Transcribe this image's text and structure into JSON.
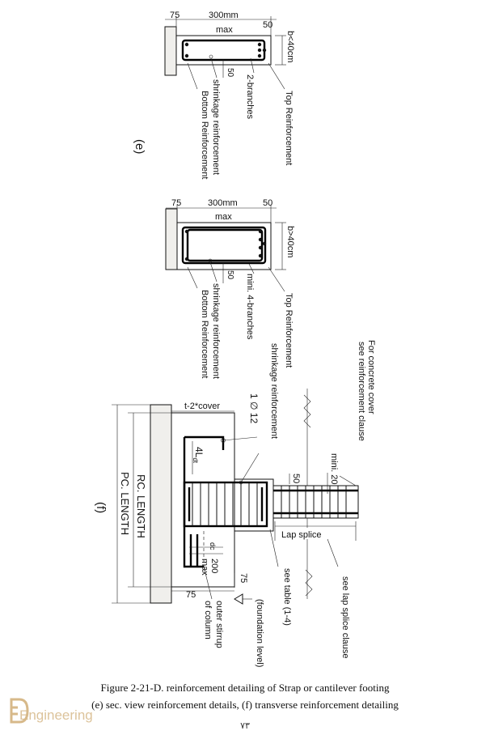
{
  "section_e": {
    "label": "(e)",
    "dims": {
      "left": "75",
      "middle": "300mm",
      "max": "max",
      "right": "50",
      "height": "b<40cm",
      "inner": "50"
    },
    "callouts": {
      "branches": "2-branches",
      "top": "Top Reinforcement",
      "shrinkage": "shrinkage reinforcement",
      "bottom": "Bottom Reinforcement"
    }
  },
  "section_second": {
    "dims": {
      "left": "75",
      "middle": "300mm",
      "max": "max",
      "right": "50",
      "height": "b>40cm",
      "inner": "50"
    },
    "callouts": {
      "branches": "mini. 4-branches",
      "top": "Top Reinforcement",
      "shrinkage": "shrinkage reinforcement",
      "bottom": "Bottom Reinforcement"
    }
  },
  "section_f": {
    "label": "(f)",
    "cover": "t-2*cover",
    "bar": "1 ∅ 12",
    "ldt": "4L",
    "ldt_sub": "dt",
    "shrinkage": "shrinkage reinforcement",
    "concrete_cover_1": "For concrete cover",
    "concrete_cover_2": "see reinforcement clause",
    "mini": "mini. 20",
    "fifty": "50",
    "lap": "Lap splice",
    "see_lap": "see lap splice clause",
    "see_table": "see table (1-4)",
    "foundation": "(foundation level)",
    "rc": "RC. LENGTH",
    "pc": "PC. LENGTH",
    "dc": "dc",
    "max200": "200",
    "max": "max",
    "seventy_five_a": "75",
    "seventy_five_b": "75",
    "outer_1": "outer stirrup",
    "outer_2": "of column"
  },
  "caption": {
    "line1": "Figure 2-21-D. reinforcement detailing of Strap or cantilever footing",
    "line2": "(e) sec. view reinforcement details, (f) transverse reinforcement detailing"
  },
  "watermark": "Engineering",
  "page_number": "٧٣"
}
